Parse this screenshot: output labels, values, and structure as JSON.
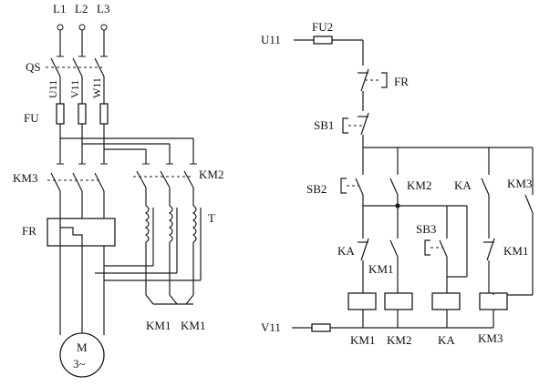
{
  "power": {
    "phase_l1": "L1",
    "phase_l2": "L2",
    "phase_l3": "L3",
    "qs": "QS",
    "u11": "U11",
    "v11": "V11",
    "w11": "W11",
    "fu": "FU",
    "km3": "KM3",
    "km2": "KM2",
    "t": "T",
    "fr": "FR",
    "km1_a": "KM1",
    "km1_b": "KM1",
    "motor_m": "M",
    "motor_phase": "3~"
  },
  "control": {
    "u11": "U11",
    "v11": "V11",
    "fu2": "FU2",
    "fr": "FR",
    "sb1": "SB1",
    "sb2": "SB2",
    "sb3": "SB3",
    "km2_contact": "KM2",
    "ka_contact": "KA",
    "km3_contact": "KM3",
    "ka_nc": "KA",
    "km1_nc": "KM1",
    "km1_no": "KM1",
    "coil_km1": "KM1",
    "coil_km2": "KM2",
    "coil_ka": "KA",
    "coil_km3": "KM3"
  }
}
